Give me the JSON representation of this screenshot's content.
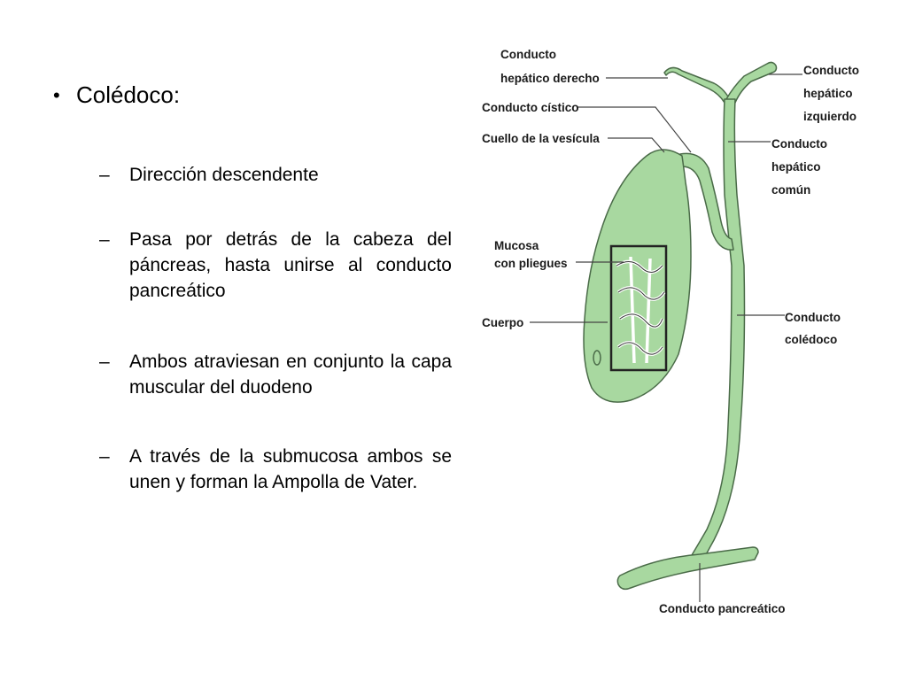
{
  "slide": {
    "title": "Colédoco:",
    "items": [
      "Dirección descendente",
      "Pasa por detrás de la cabeza del páncreas, hasta unirse al conducto pancreático",
      "Ambos atraviesan en conjunto la capa muscular del duodeno",
      "A través de la submucosa ambos se unen y forman la Ampolla de Vater."
    ]
  },
  "diagram": {
    "labels": {
      "hepatico_derecho_1": "Conducto",
      "hepatico_derecho_2": "hepático derecho",
      "cistico": "Conducto cístico",
      "cuello": "Cuello de la vesícula",
      "mucosa_1": "Mucosa",
      "mucosa_2": "con pliegues",
      "cuerpo": "Cuerpo",
      "hepatico_izq_1": "Conducto",
      "hepatico_izq_2": "hepático",
      "hepatico_izq_3": "izquierdo",
      "hepatico_comun_1": "Conducto",
      "hepatico_comun_2": "hepático",
      "hepatico_comun_3": "común",
      "coledoco_1": "Conducto",
      "coledoco_2": "colédoco",
      "pancreatico": "Conducto pancreático"
    },
    "colors": {
      "duct_fill": "#a8d8a0",
      "duct_stroke": "#4a6b48",
      "leader": "#444444"
    }
  }
}
